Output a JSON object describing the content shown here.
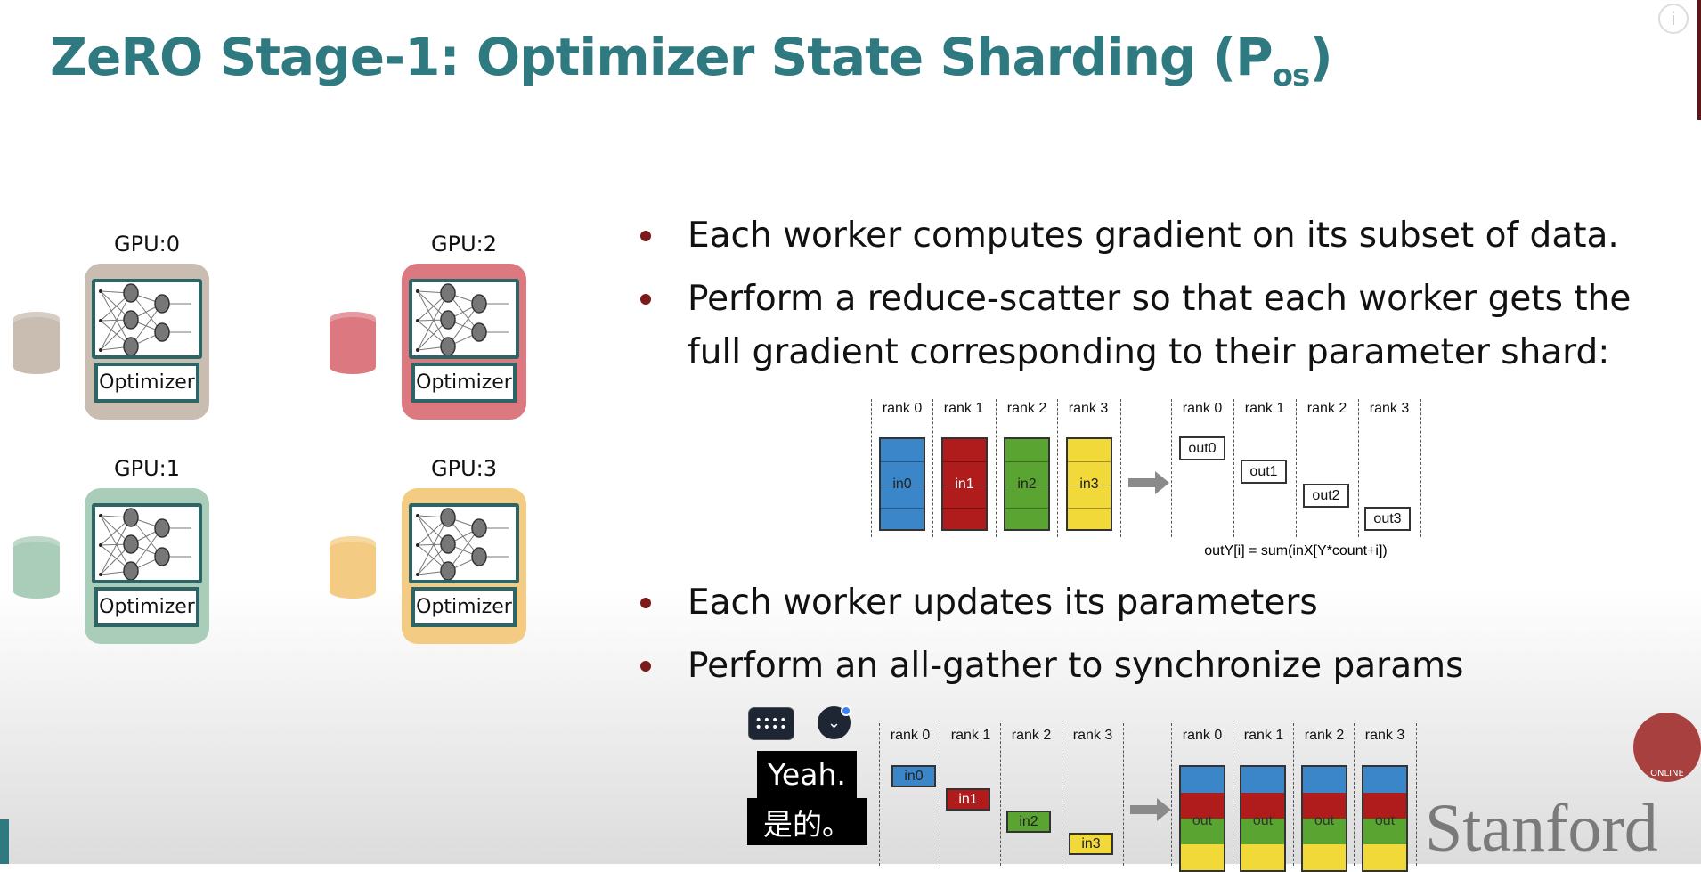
{
  "slide": {
    "title": "ZeRO Stage-1: Optimizer State Sharding (P",
    "title_sub": "os",
    "title_close": ")",
    "title_color": "#2f7a80"
  },
  "gpus": [
    {
      "label": "GPU:0",
      "optimizer": "Optimizer",
      "color": "#c9bdb2",
      "cyl": "#c9bdb2"
    },
    {
      "label": "GPU:1",
      "optimizer": "Optimizer",
      "color": "#a9cdb9",
      "cyl": "#a9cdb9"
    },
    {
      "label": "GPU:2",
      "optimizer": "Optimizer",
      "color": "#db7880",
      "cyl": "#db7880"
    },
    {
      "label": "GPU:3",
      "optimizer": "Optimizer",
      "color": "#f3cb82",
      "cyl": "#f3cb82"
    }
  ],
  "bullets": [
    "Each worker computes gradient on its subset of data.",
    "Perform a reduce-scatter so that each worker gets the",
    "full gradient corresponding to their parameter shard:",
    "Each worker updates its parameters",
    "Perform an all-gather to synchronize params"
  ],
  "reduce_scatter": {
    "ranks": [
      "rank 0",
      "rank 1",
      "rank 2",
      "rank 3"
    ],
    "inputs": [
      "in0",
      "in1",
      "in2",
      "in3"
    ],
    "outputs": [
      "out0",
      "out1",
      "out2",
      "out3"
    ],
    "formula": "outY[i] = sum(inX[Y*count+i])"
  },
  "all_gather": {
    "ranks": [
      "rank 0",
      "rank 1",
      "rank 2",
      "rank 3"
    ],
    "inputs": [
      "in0",
      "in1",
      "in2",
      "in3"
    ],
    "output_label": "out"
  },
  "colors": {
    "blue": "#3a86c8",
    "red": "#b01c1c",
    "green": "#5aa532",
    "yellow": "#f1d93a"
  },
  "overlay": {
    "caption_en": "Yeah.",
    "caption_zh": "是的。",
    "watermark": "Stanford",
    "logo_text": "ONLINE",
    "info_icon": "i"
  }
}
